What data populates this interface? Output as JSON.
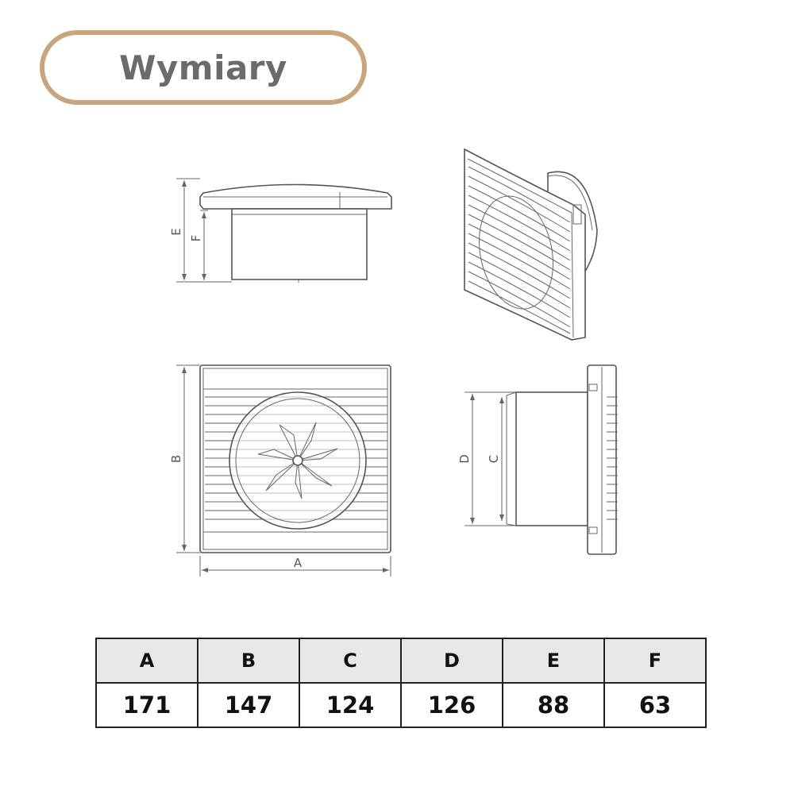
{
  "title": "Wymiary",
  "dimension_labels": {
    "a": "A",
    "b": "B",
    "c": "C",
    "d": "D",
    "e": "E",
    "f": "F"
  },
  "table": {
    "headers": [
      "A",
      "B",
      "C",
      "D",
      "E",
      "F"
    ],
    "values": [
      "171",
      "147",
      "124",
      "126",
      "88",
      "63"
    ]
  },
  "colors": {
    "title_border": "#c8a57a",
    "title_text": "#6b6b6b",
    "header_bg": "#e8e8e8"
  }
}
